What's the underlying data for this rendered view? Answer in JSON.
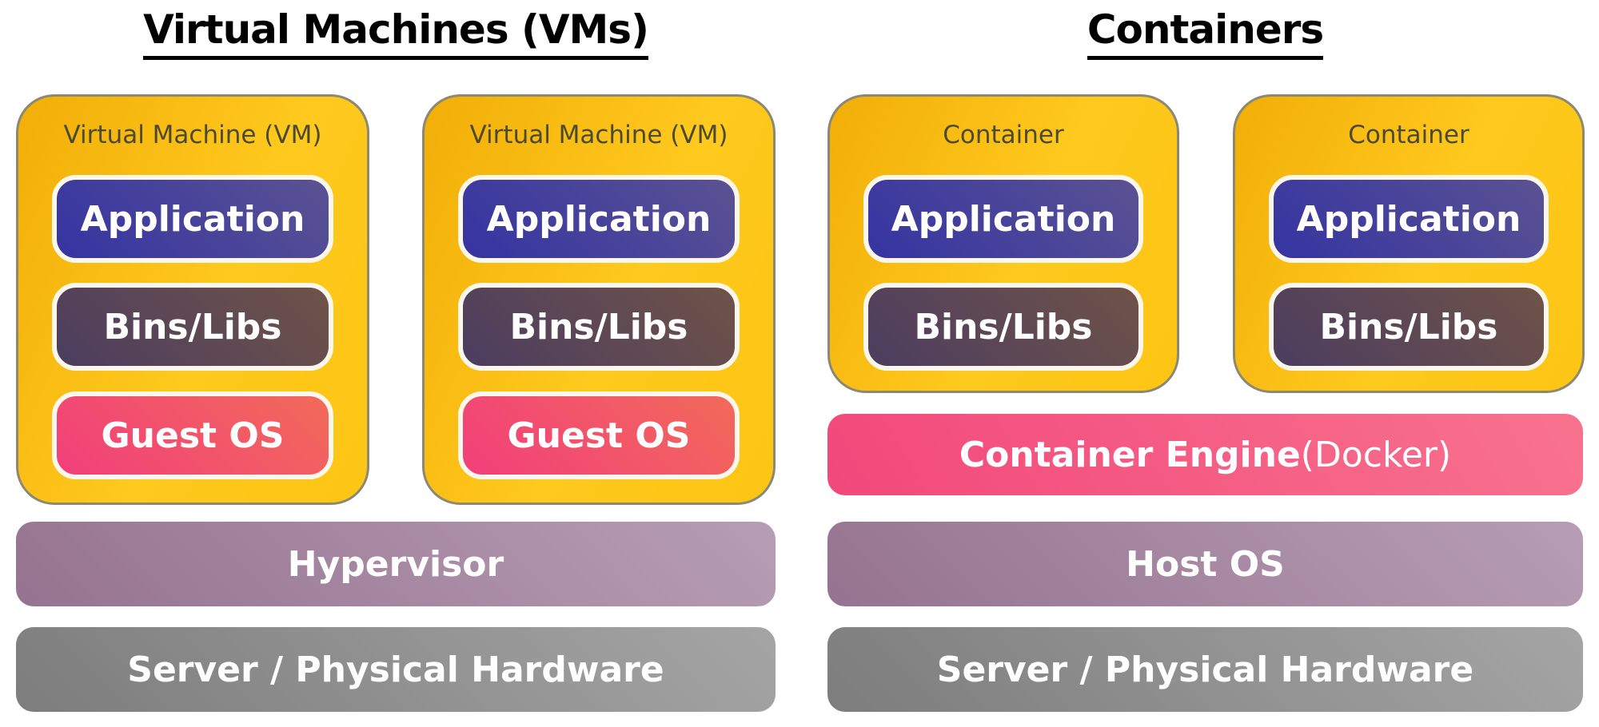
{
  "vm_section": {
    "title": "Virtual Machines (VMs)",
    "cards": [
      {
        "label": "Virtual Machine (VM)",
        "boxes": [
          "Application",
          "Bins/Libs",
          "Guest OS"
        ]
      },
      {
        "label": "Virtual Machine (VM)",
        "boxes": [
          "Application",
          "Bins/Libs",
          "Guest OS"
        ]
      }
    ],
    "bars": [
      {
        "label": "Hypervisor"
      },
      {
        "label": "Server / Physical Hardware"
      }
    ]
  },
  "containers_section": {
    "title": "Containers",
    "cards": [
      {
        "label": "Container",
        "boxes": [
          "Application",
          "Bins/Libs"
        ]
      },
      {
        "label": "Container",
        "boxes": [
          "Application",
          "Bins/Libs"
        ]
      }
    ],
    "bars": [
      {
        "label_bold": "Container Engine",
        "label_regular": " (Docker)"
      },
      {
        "label": "Host OS"
      },
      {
        "label": "Server / Physical Hardware"
      }
    ]
  },
  "colors": {
    "card_fill_start": "#f1ae07",
    "card_fill_end": "#ffc91e",
    "card_border": "#8b8874",
    "card_label_text": "#4c4a33",
    "application_gradient": [
      "#3534a2",
      "#5b5292"
    ],
    "bins_libs_gradient": [
      "#4c3d60",
      "#6f5348"
    ],
    "guest_os_gradient": [
      "#f23f7b",
      "#f26a59"
    ],
    "container_engine_gradient": [
      "#f2487b",
      "#f8738f"
    ],
    "os_bar_gradient": [
      "#967390",
      "#b79eb4"
    ],
    "server_bar_gradient": [
      "#7d7d7d",
      "#a5a5a5"
    ],
    "inner_box_border": "#fcf7ec",
    "box_text": "#ffffff",
    "title_text": "#000000"
  }
}
